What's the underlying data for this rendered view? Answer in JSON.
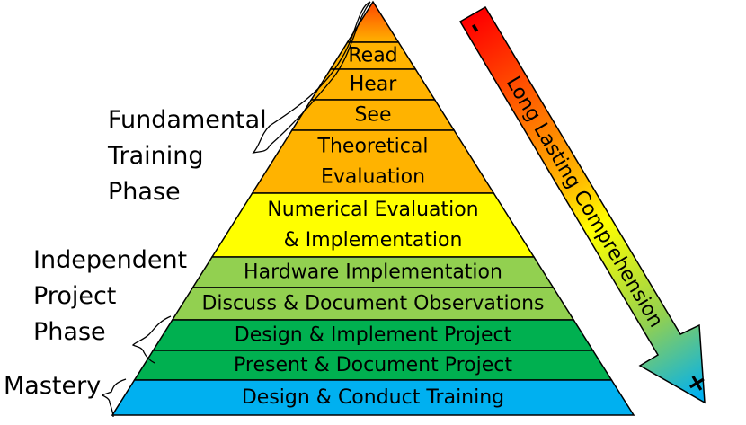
{
  "pyramid": {
    "levels": [
      {
        "lines": [
          "Read"
        ],
        "color": "#FFB300"
      },
      {
        "lines": [
          "Hear"
        ],
        "color": "#FFB300"
      },
      {
        "lines": [
          "See"
        ],
        "color": "#FFB300"
      },
      {
        "lines": [
          "Theoretical",
          "Evaluation"
        ],
        "color": "#FFB300"
      },
      {
        "lines": [
          "Numerical Evaluation",
          "& Implementation"
        ],
        "color": "#FFFF00"
      },
      {
        "lines": [
          "Hardware Implementation"
        ],
        "color": "#92D050"
      },
      {
        "lines": [
          "Discuss & Document Observations"
        ],
        "color": "#92D050"
      },
      {
        "lines": [
          "Design & Implement Project"
        ],
        "color": "#00B050"
      },
      {
        "lines": [
          "Present & Document Project"
        ],
        "color": "#00B050"
      },
      {
        "lines": [
          "Design & Conduct Training"
        ],
        "color": "#00B0F0"
      }
    ],
    "apex_color": "#FF4500"
  },
  "phases": {
    "fundamental": "Fundamental\nTraining\nPhase",
    "independent": "Independent\nProject\nPhase",
    "mastery": "Mastery"
  },
  "arrow": {
    "label": "Long Lasting Comprehension",
    "start_symbol": "-",
    "end_symbol": "+",
    "colors": [
      "#FF0000",
      "#FFC000",
      "#92D050",
      "#00B0F0"
    ]
  }
}
